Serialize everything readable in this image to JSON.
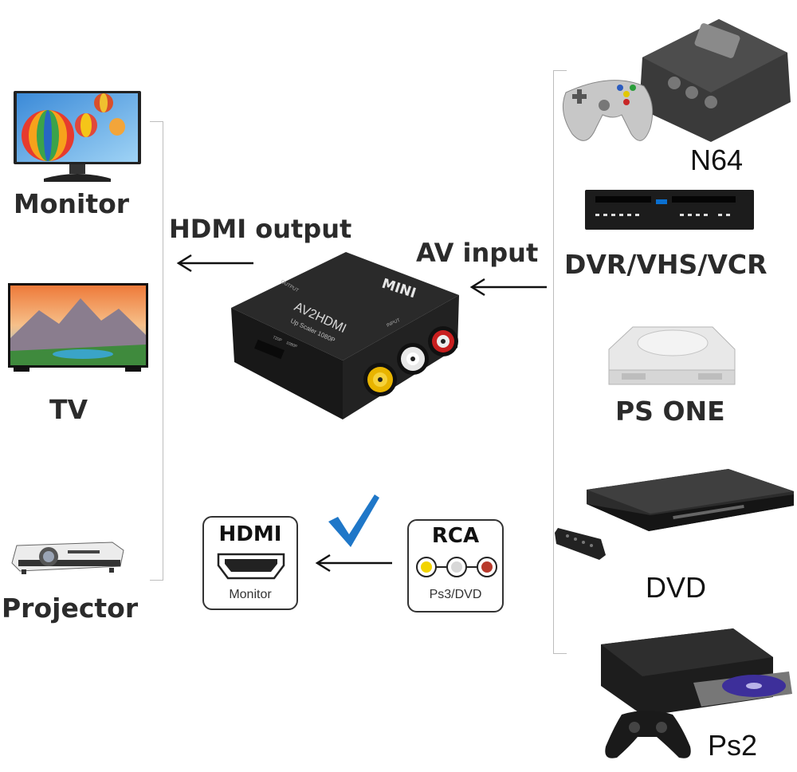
{
  "outputs": {
    "header": "HDMI output",
    "devices": [
      {
        "label": "Monitor",
        "icon": "monitor-icon"
      },
      {
        "label": "TV",
        "icon": "tv-icon"
      },
      {
        "label": "Projector",
        "icon": "projector-icon"
      }
    ]
  },
  "inputs": {
    "header": "AV input",
    "devices": [
      {
        "label": "N64",
        "icon": "n64-console-icon"
      },
      {
        "label": "DVR/VHS/VCR",
        "icon": "vcr-icon"
      },
      {
        "label": "PS ONE",
        "icon": "ps-one-console-icon"
      },
      {
        "label": "DVD",
        "icon": "dvd-player-icon"
      },
      {
        "label": "Ps2",
        "icon": "ps2-console-icon"
      }
    ]
  },
  "converter": {
    "brand": "MINI",
    "model": "AV2HDMI",
    "subtitle": "Up Scaler 1080P",
    "input_label": "INPUT",
    "output_label": "OUTPUT",
    "switch_labels": [
      "720P",
      "1080P"
    ],
    "body_color": "#1c1c1c"
  },
  "legend": {
    "hdmi_box": {
      "title": "HDMI",
      "caption": "Monitor"
    },
    "rca_box": {
      "title": "RCA",
      "caption": "Ps3/DVD"
    },
    "check_color": "#1f77c8",
    "rca_colors": [
      "#f2d400",
      "#f2f2f2",
      "#c0392b"
    ]
  }
}
